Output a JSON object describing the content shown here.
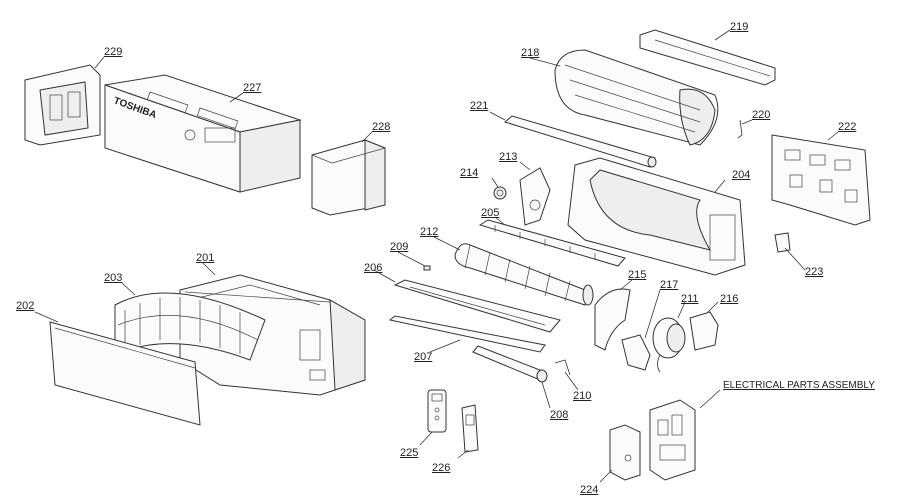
{
  "labels": {
    "l201": "201",
    "l202": "202",
    "l203": "203",
    "l204": "204",
    "l205": "205",
    "l206": "206",
    "l207": "207",
    "l208": "208",
    "l209": "209",
    "l210": "210",
    "l211": "211",
    "l212": "212",
    "l213": "213",
    "l214": "214",
    "l215": "215",
    "l216": "216",
    "l217": "217",
    "l218": "218",
    "l219": "219",
    "l220": "220",
    "l221": "221",
    "l222": "222",
    "l223": "223",
    "l224": "224",
    "l225": "225",
    "l226": "226",
    "l227": "227",
    "l228": "228",
    "l229": "229",
    "electrical": "ELECTRICAL PARTS ASSEMBLY",
    "brand": "TOSHIBA"
  }
}
